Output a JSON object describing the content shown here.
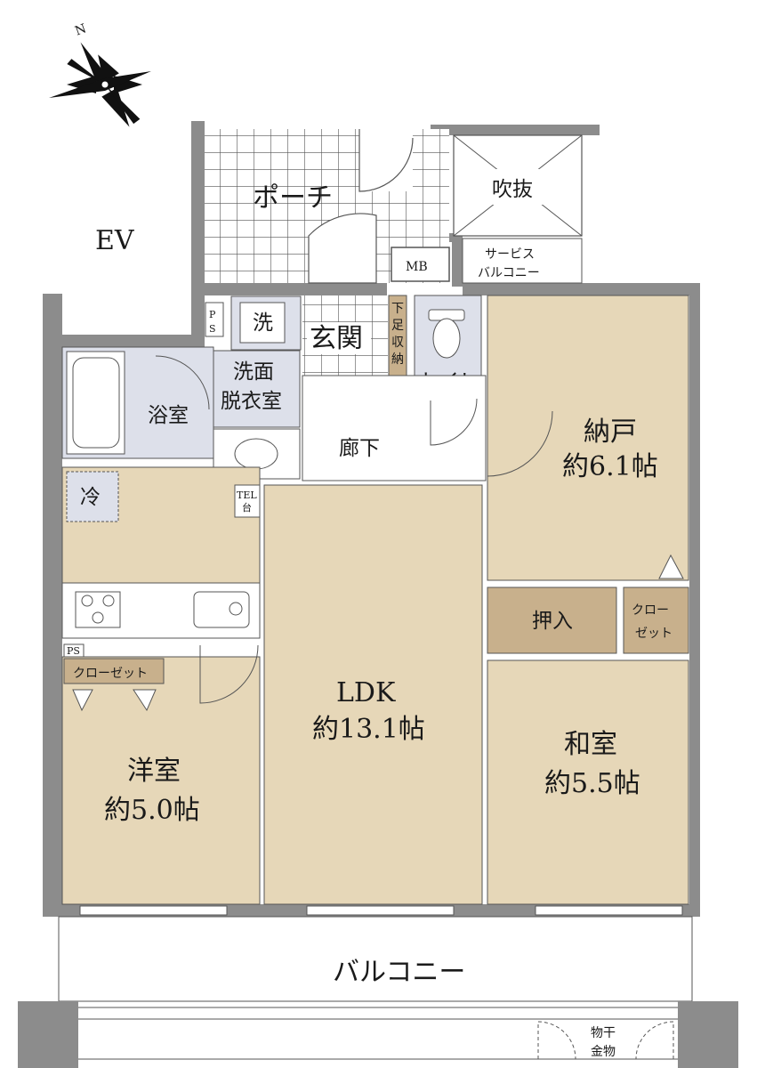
{
  "compass": {
    "north_label": "N"
  },
  "rooms": {
    "ev": "EV",
    "porch": "ポーチ",
    "void": "吹抜",
    "mb": "MB",
    "service_balcony_line1": "サービス",
    "service_balcony_line2": "バルコニー",
    "ps_top_p": "P",
    "ps_top_s": "S",
    "washer": "洗",
    "entrance": "玄関",
    "shoe_storage_1": "下",
    "shoe_storage_2": "足",
    "shoe_storage_3": "収",
    "shoe_storage_4": "納",
    "toilet": "トイレ",
    "bath": "浴室",
    "washroom_line1": "洗面",
    "washroom_line2": "脱衣室",
    "corridor": "廊下",
    "storeroom_name": "納戸",
    "storeroom_size": "約6.1帖",
    "fridge": "冷",
    "tel_line1": "TEL",
    "tel_line2": "台",
    "oshiire": "押入",
    "closet_small_line1": "クロー",
    "closet_small_line2": "ゼット",
    "ps_kitchen": "PS",
    "closet_western": "クローゼット",
    "ldk_name": "LDK",
    "ldk_size": "約13.1帖",
    "washitsu_name": "和室",
    "washitsu_size": "約5.5帖",
    "western_name": "洋室",
    "western_size": "約5.0帖",
    "balcony": "バルコニー",
    "drying_hardware_line1": "物干",
    "drying_hardware_line2": "金物"
  },
  "colors": {
    "room_floor": "#e6d7b8",
    "wet_area": "#dde0ea",
    "storage": "#c8b08c",
    "wall": "#8c8c8c",
    "tile_line": "#555555"
  }
}
